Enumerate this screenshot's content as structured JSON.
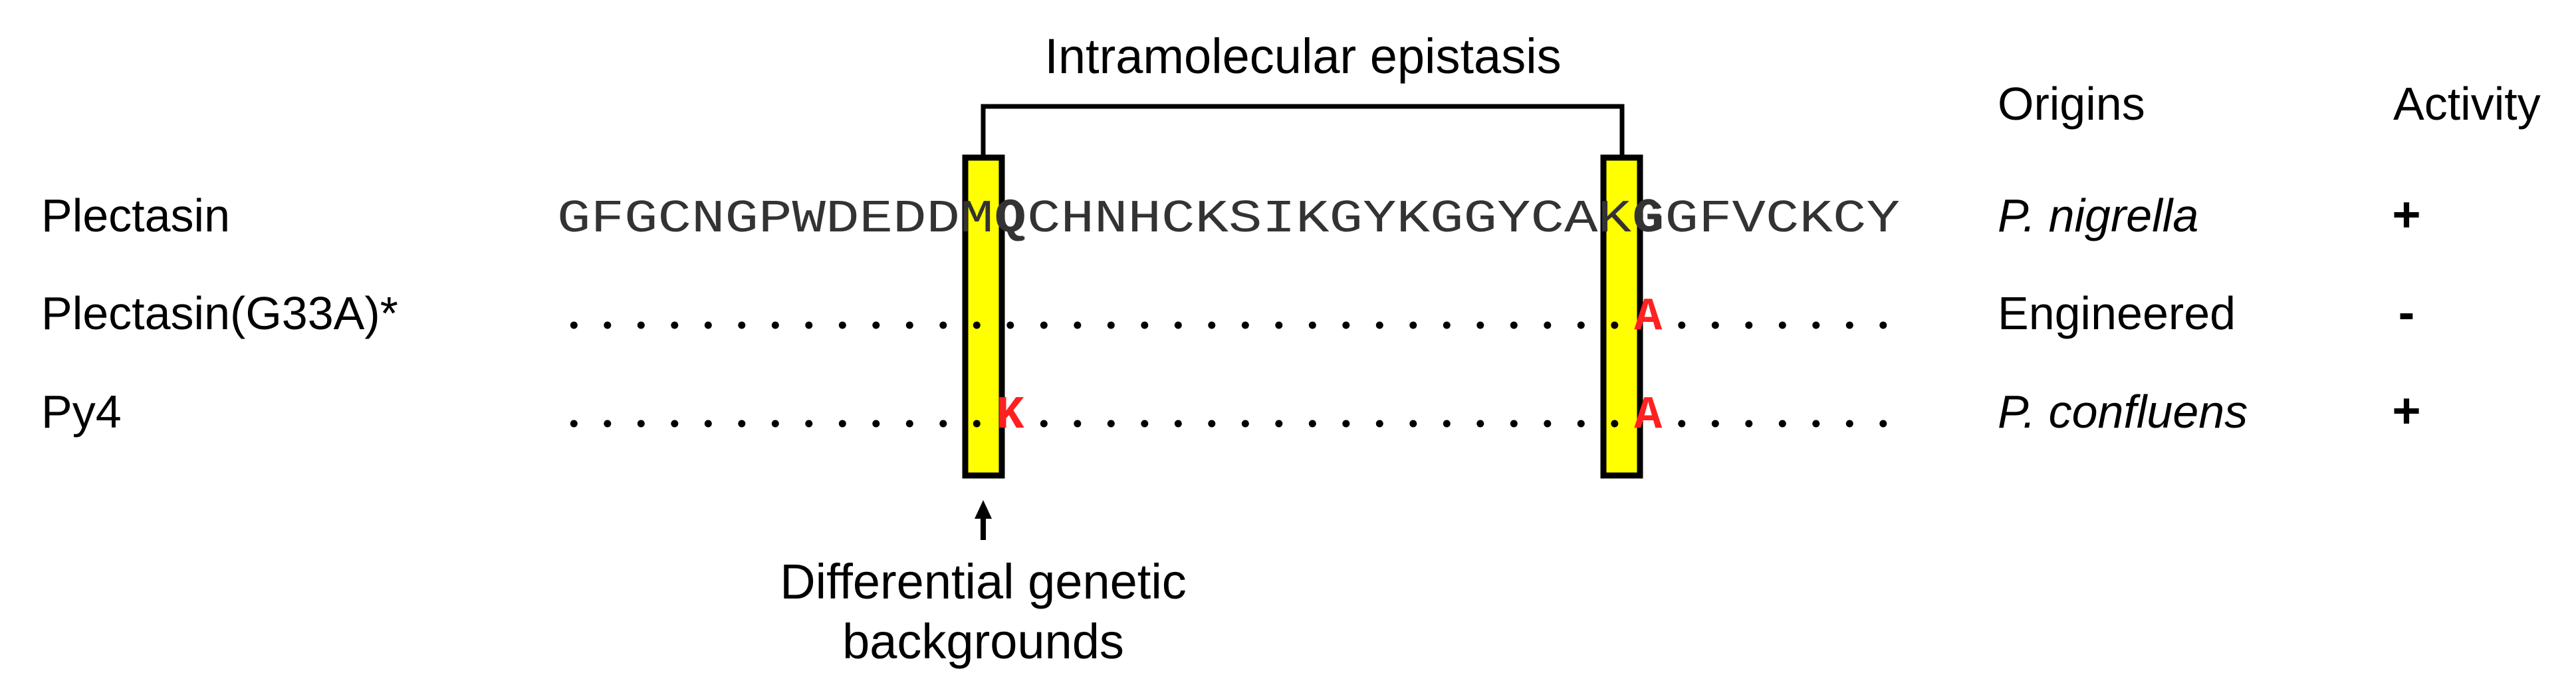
{
  "title": "Intramolecular epistasis",
  "headers": {
    "origins": "Origins",
    "activity": "Activity"
  },
  "rows": [
    {
      "name": "Plectasin",
      "origin": "P. nigrella",
      "origin_italic": true,
      "activity": "+",
      "sequence": "GFGCNGPWDEDDMQCHNHCKSIKGYKGGYCAKGGFVCKCY",
      "mut14": "Q",
      "mut33": "G",
      "wildtype": true
    },
    {
      "name": "Plectasin(G33A)*",
      "origin": "Engineered",
      "origin_italic": false,
      "activity": "-",
      "sequence": "",
      "mut14": "",
      "mut33": "A",
      "wildtype": false
    },
    {
      "name": "Py4",
      "origin": "P. confluens",
      "origin_italic": true,
      "activity": "+",
      "sequence": "",
      "mut14": "K",
      "mut33": "A",
      "wildtype": false
    }
  ],
  "annotation": {
    "line1": "Differential genetic",
    "line2": "backgrounds"
  },
  "colors": {
    "highlight": "#ffff00",
    "mutation": "#ff2020",
    "sequence": "#333333"
  },
  "icons": {
    "arrow": "up-arrow-icon"
  }
}
